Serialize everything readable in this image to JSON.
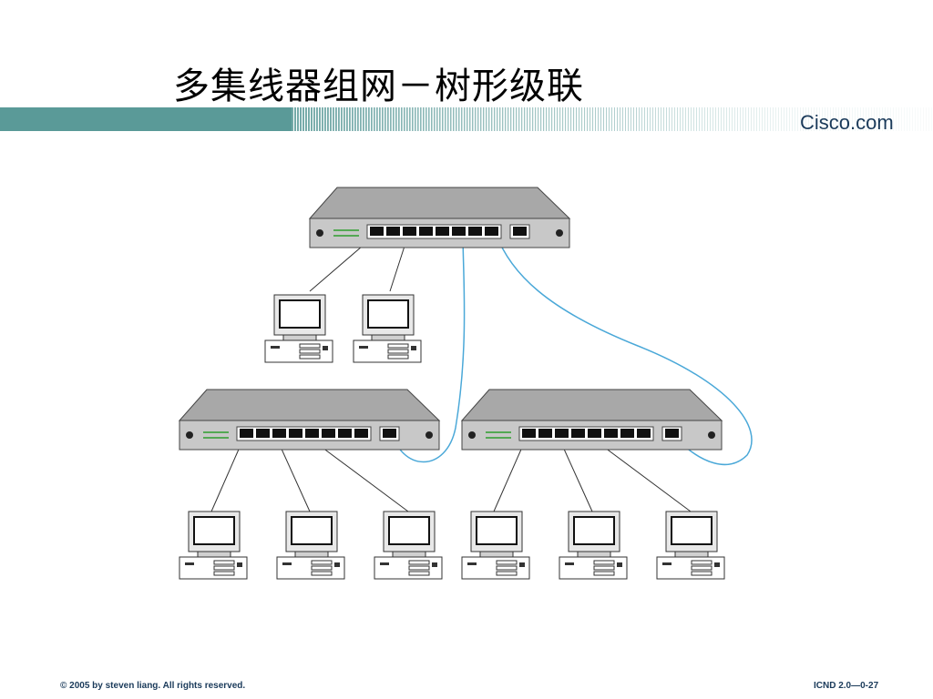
{
  "slide": {
    "title": "多集线器组网－树形级联",
    "brand": "Cisco.com",
    "footer_left": "© 2005 by steven liang. All rights reserved.",
    "footer_right": "ICND 2.0—0-27"
  },
  "colors": {
    "band_teal": "#5a9a98",
    "cable_blue": "#4aa8d8",
    "hub_body": "#c8c8c8",
    "hub_top": "#a8a8a8"
  },
  "diagram": {
    "hubs": [
      {
        "id": "hub-root",
        "role": "root"
      },
      {
        "id": "hub-left",
        "role": "child"
      },
      {
        "id": "hub-right",
        "role": "child"
      }
    ],
    "computers": [
      {
        "id": "pc-root-1",
        "hub": "hub-root"
      },
      {
        "id": "pc-root-2",
        "hub": "hub-root"
      },
      {
        "id": "pc-left-1",
        "hub": "hub-left"
      },
      {
        "id": "pc-left-2",
        "hub": "hub-left"
      },
      {
        "id": "pc-left-3",
        "hub": "hub-left"
      },
      {
        "id": "pc-right-1",
        "hub": "hub-right"
      },
      {
        "id": "pc-right-2",
        "hub": "hub-right"
      },
      {
        "id": "pc-right-3",
        "hub": "hub-right"
      }
    ],
    "uplinks": [
      {
        "from": "hub-root",
        "to": "hub-left"
      },
      {
        "from": "hub-root",
        "to": "hub-right"
      }
    ]
  }
}
